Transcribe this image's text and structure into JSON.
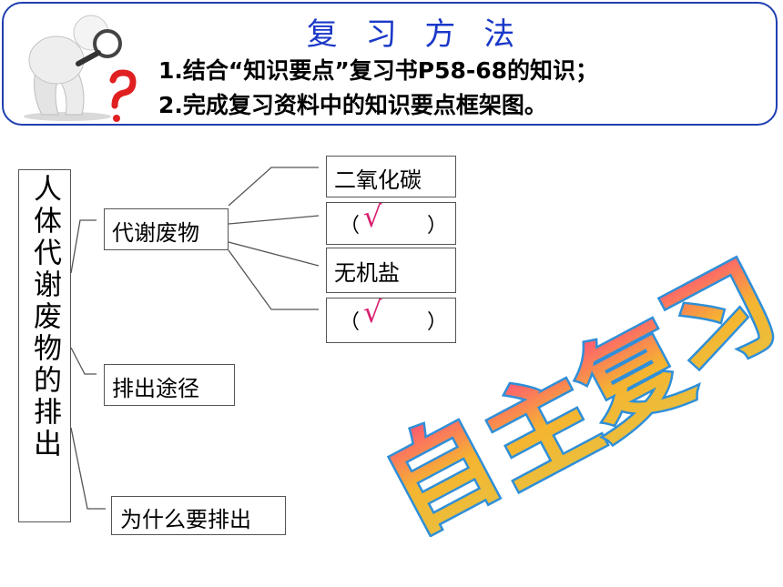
{
  "header": {
    "title": "复 习 方 法",
    "method1": "1.结合“知识要点”复习书P58-68的知识；",
    "method2": "2.完成复习资料中的知识要点框架图。"
  },
  "diagram": {
    "root": "人体代谢废物的排出",
    "branches": [
      "代谢废物",
      "排出途径",
      "为什么要排出"
    ],
    "items": [
      "二氧化碳",
      "无机盐"
    ],
    "blanks": [
      {
        "open": "（",
        "mark": "√",
        "close": "）"
      },
      {
        "open": "（",
        "mark": "√",
        "close": "）"
      }
    ]
  },
  "slogan": {
    "chars": [
      "自",
      "主",
      "复",
      "习"
    ]
  },
  "colors": {
    "accent_blue": "#1a38c8",
    "check_pink": "#d91e6e",
    "slogan_fill": "#f0b830",
    "slogan_shadow": "#2f8fd8"
  }
}
